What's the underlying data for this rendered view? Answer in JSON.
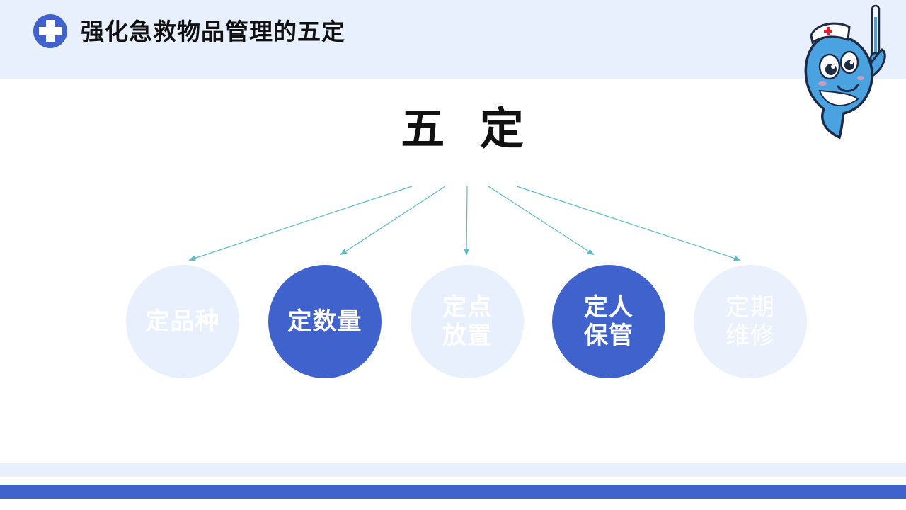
{
  "header": {
    "title": "强化急救物品管理的五定",
    "logo_icon": "medical-cross-icon",
    "mascot": "nurse-dolphin-mascot-with-thermometer"
  },
  "main": {
    "heading": "五 定",
    "items": [
      {
        "label": "定品种",
        "style": "light"
      },
      {
        "label": "定数量",
        "style": "dark"
      },
      {
        "label": "定点\n放置",
        "style": "light"
      },
      {
        "label": "定人\n保管",
        "style": "dark"
      },
      {
        "label": "定期\n维修",
        "style": "faded"
      }
    ]
  },
  "colors": {
    "accent": "#4062cd",
    "light_fill": "#e8f0fd",
    "arrow": "#5bbcc8",
    "text": "#111111"
  }
}
